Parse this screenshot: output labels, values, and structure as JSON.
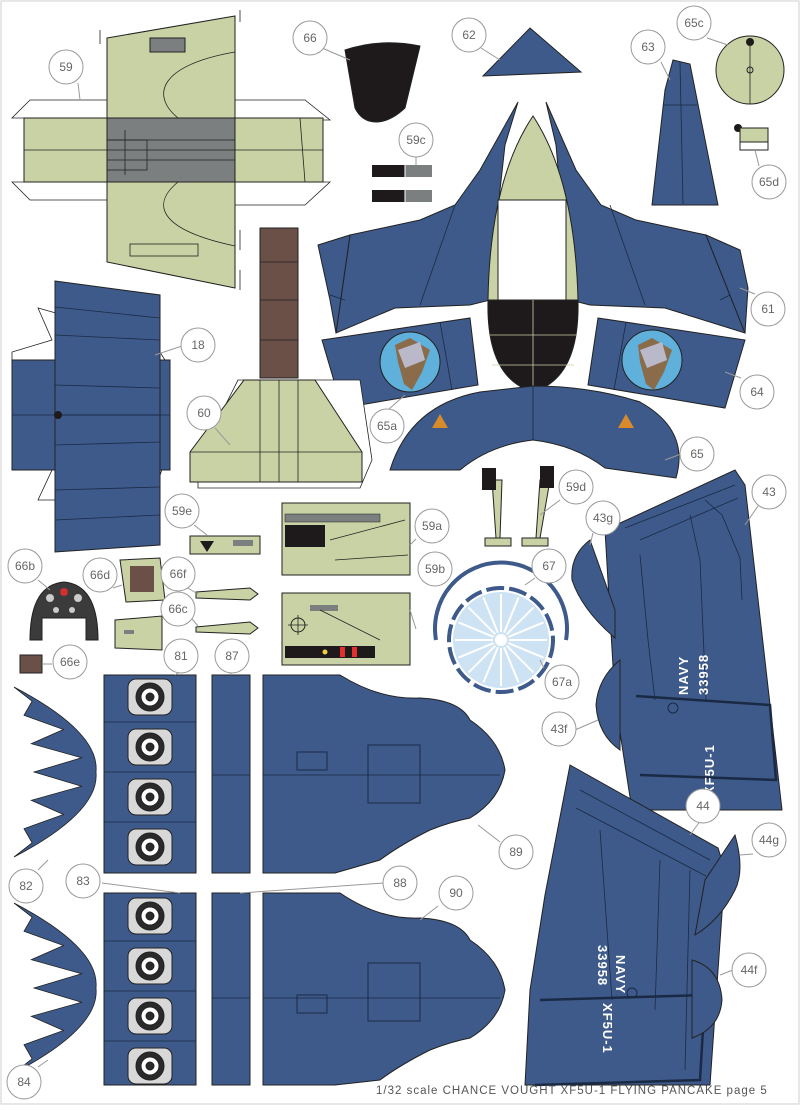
{
  "footer": "1/32 scale CHANCE VOUGHT XF5U-1 FLYING PANCAKE  page 5",
  "markings": {
    "navy": "NAVY",
    "serial": "33958",
    "designation": "XF5U-1"
  },
  "part_labels": {
    "p59": "59",
    "p66": "66",
    "p62": "62",
    "p63": "63",
    "p65c": "65c",
    "p59c": "59c",
    "p65d": "65d",
    "p61": "61",
    "p18": "18",
    "p64": "64",
    "p60": "60",
    "p65a": "65a",
    "p65": "65",
    "p59d": "59d",
    "p43": "43",
    "p59e": "59e",
    "p59a": "59a",
    "p43g": "43g",
    "p66b": "66b",
    "p66d": "66d",
    "p66f": "66f",
    "p59b": "59b",
    "p67": "67",
    "p66c": "66c",
    "p66e": "66e",
    "p81": "81",
    "p87": "87",
    "p67a": "67a",
    "p43f": "43f",
    "p89": "89",
    "p44": "44",
    "p44g": "44g",
    "p82": "82",
    "p83": "83",
    "p88": "88",
    "p90": "90",
    "p44f": "44f",
    "p84": "84"
  },
  "colors": {
    "navy_blue": "#3e5a8a",
    "khaki_green": "#c9d2a4",
    "black": "#1e1a1c",
    "grey": "#7c7f80",
    "brown": "#6b5048",
    "light_blue": "#cde3f4",
    "white": "#ffffff"
  }
}
